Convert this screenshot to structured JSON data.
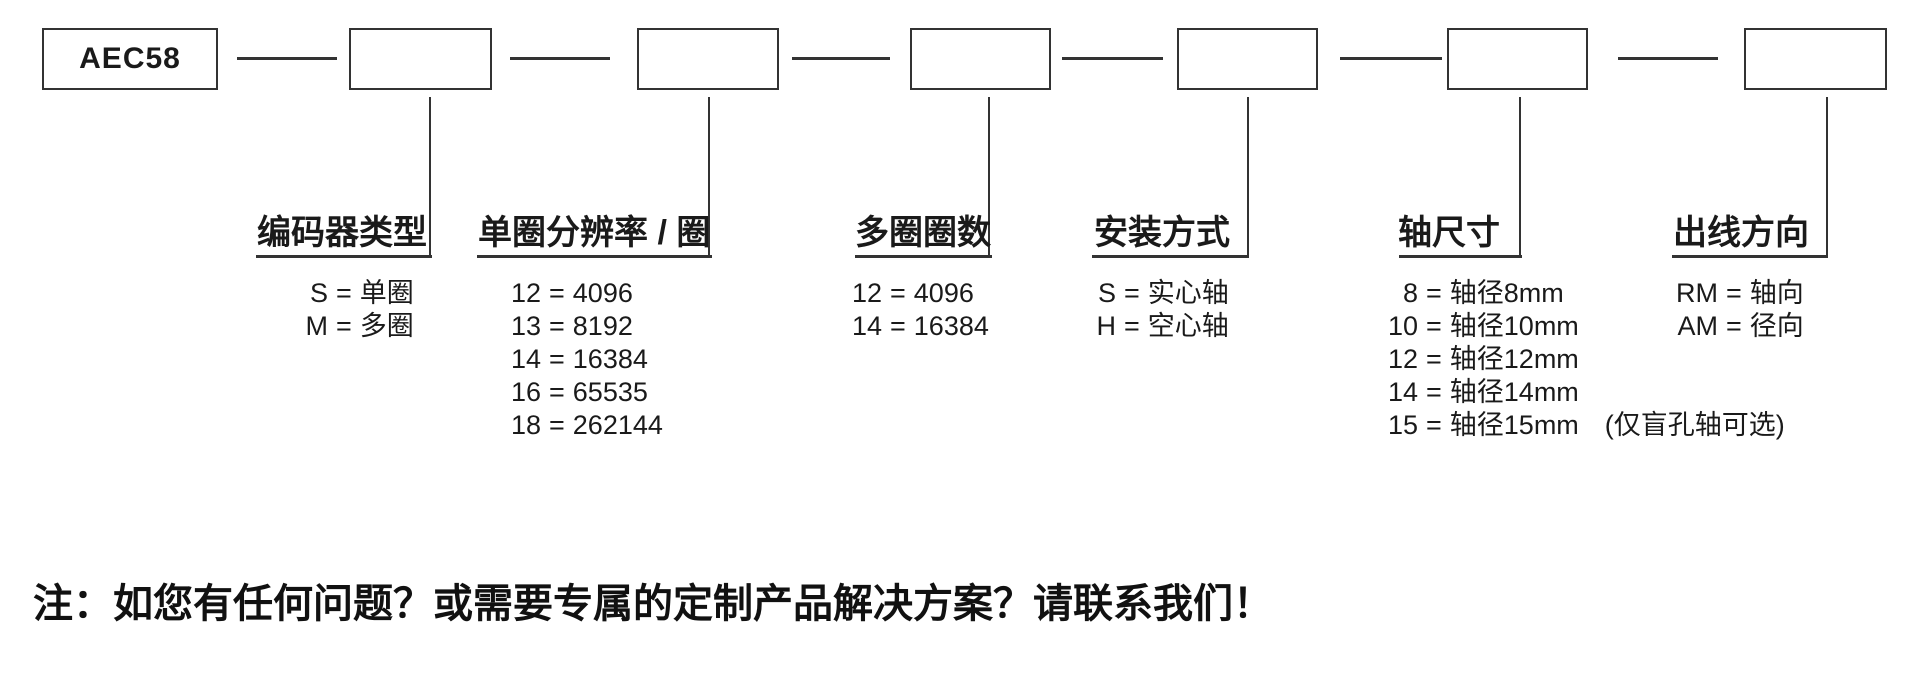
{
  "product": {
    "model": "AEC58"
  },
  "separator": "=",
  "columns": [
    {
      "heading": "编码器类型",
      "options": [
        {
          "code": "S",
          "value": "单圈"
        },
        {
          "code": "M",
          "value": "多圈"
        }
      ]
    },
    {
      "heading": "单圈分辨率 / 圈",
      "options": [
        {
          "code": "12",
          "value": "4096"
        },
        {
          "code": "13",
          "value": "8192"
        },
        {
          "code": "14",
          "value": "16384"
        },
        {
          "code": "16",
          "value": "65535"
        },
        {
          "code": "18",
          "value": "262144"
        }
      ]
    },
    {
      "heading": "多圈圈数",
      "options": [
        {
          "code": "12",
          "value": "4096"
        },
        {
          "code": "14",
          "value": "16384"
        }
      ]
    },
    {
      "heading": "安装方式",
      "options": [
        {
          "code": "S",
          "value": "实心轴"
        },
        {
          "code": "H",
          "value": "空心轴"
        }
      ]
    },
    {
      "heading": "轴尺寸",
      "options": [
        {
          "code": "8",
          "value": "轴径8mm"
        },
        {
          "code": "10",
          "value": "轴径10mm"
        },
        {
          "code": "12",
          "value": "轴径12mm"
        },
        {
          "code": "14",
          "value": "轴径14mm"
        },
        {
          "code": "15",
          "value": "轴径15mm",
          "note": "(仅盲孔轴可选)"
        }
      ]
    },
    {
      "heading": "出线方向",
      "options": [
        {
          "code": "RM",
          "value": "轴向"
        },
        {
          "code": "AM",
          "value": "径向"
        }
      ]
    }
  ],
  "footnote": "注：如您有任何问题？或需要专属的定制产品解决方案？请联系我们！",
  "colors": {
    "ink": "#1a1a1a",
    "line": "#333333",
    "background": "#ffffff"
  }
}
